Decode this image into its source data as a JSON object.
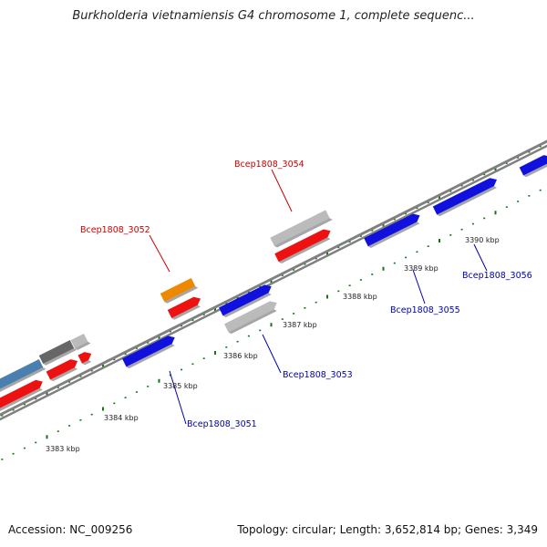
{
  "title": "Burkholderia vietnamiensis G4 chromosome 1, complete sequenc...",
  "footer": {
    "accession": "Accession: NC_009256",
    "summary": "Topology: circular; Length: 3,652,814 bp; Genes: 3,349"
  },
  "scale_labels": [
    "3383 kbp",
    "3384 kbp",
    "3385 kbp",
    "3386 kbp",
    "3387 kbp",
    "3388 kbp",
    "3389 kbp",
    "3390 kbp"
  ],
  "gene_labels": [
    {
      "text": "Bcep1808_3054",
      "strand": "top"
    },
    {
      "text": "Bcep1808_3052",
      "strand": "top"
    },
    {
      "text": "Bcep1808_3056",
      "strand": "bottom"
    },
    {
      "text": "Bcep1808_3055",
      "strand": "bottom"
    },
    {
      "text": "Bcep1808_3053",
      "strand": "bottom"
    },
    {
      "text": "Bcep1808_3051",
      "strand": "bottom"
    }
  ],
  "colors": {
    "top_label": "#cc0000",
    "bottom_label": "#0000aa",
    "gene_red": "#ee1111",
    "gene_blue": "#1111dd",
    "gene_gray": "#bbbbbb",
    "gene_orange": "#ee8800",
    "gene_steel": "#4a7fb0",
    "gene_dark": "#666666",
    "backbone": "#808080",
    "tick": "#117711"
  }
}
